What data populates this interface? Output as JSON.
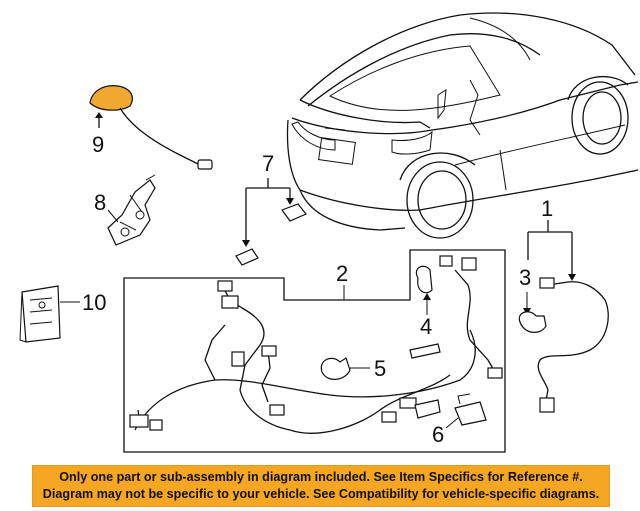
{
  "callouts": {
    "c1": "1",
    "c2": "2",
    "c3": "3",
    "c4": "4",
    "c5": "5",
    "c6": "6",
    "c7": "7",
    "c8": "8",
    "c9": "9",
    "c10": "10"
  },
  "notice": {
    "line1": "Only one part or sub-assembly in diagram included. See Item Specifics for Reference #.",
    "line2": "Diagram may not be specific to your vehicle. See Compatibility for vehicle-specific diagrams."
  },
  "colors": {
    "banner_background": "#f5a623",
    "antenna_body": "#f0a830"
  }
}
